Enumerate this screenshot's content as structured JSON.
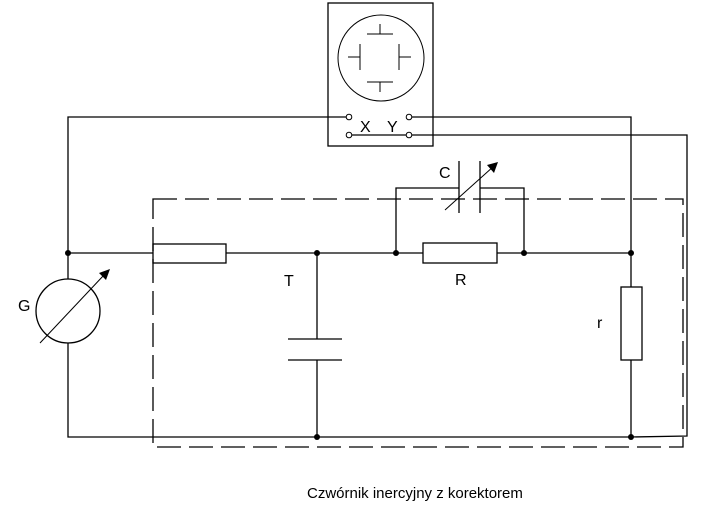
{
  "diagram": {
    "caption": "Czwórnik inercyjny z korektorem",
    "labels": {
      "galvanometer": "G",
      "capacitor_T": "T",
      "resistor_R": "R",
      "capacitor_C": "C",
      "resistor_r": "r",
      "scope_input_x": "X",
      "scope_input_y": "Y"
    },
    "components": [
      {
        "id": "G",
        "type": "variable-source / galvanometer"
      },
      {
        "id": "R1",
        "type": "resistor",
        "label": ""
      },
      {
        "id": "T",
        "type": "capacitor"
      },
      {
        "id": "R",
        "type": "resistor"
      },
      {
        "id": "C",
        "type": "variable-capacitor"
      },
      {
        "id": "r",
        "type": "resistor"
      },
      {
        "id": "scope",
        "type": "oscilloscope",
        "inputs": [
          "X",
          "Y"
        ]
      }
    ],
    "colors": {
      "line": "#000000",
      "background": "#ffffff"
    }
  }
}
